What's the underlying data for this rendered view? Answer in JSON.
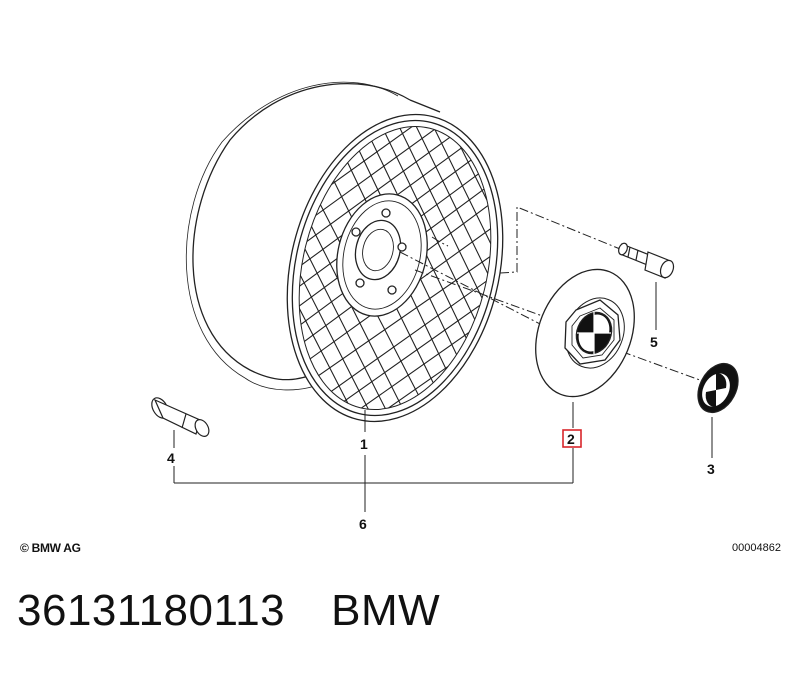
{
  "diagram": {
    "callouts": [
      {
        "id": "1",
        "label": "1"
      },
      {
        "id": "2",
        "label": "2",
        "highlighted": true
      },
      {
        "id": "3",
        "label": "3"
      },
      {
        "id": "4",
        "label": "4"
      },
      {
        "id": "5",
        "label": "5"
      },
      {
        "id": "6",
        "label": "6"
      }
    ],
    "highlight_color": "#d9262b"
  },
  "footer": {
    "copyright": "© BMW AG",
    "diagram_id": "00004862"
  },
  "caption": {
    "part_number": "36131180113",
    "brand": "BMW"
  }
}
